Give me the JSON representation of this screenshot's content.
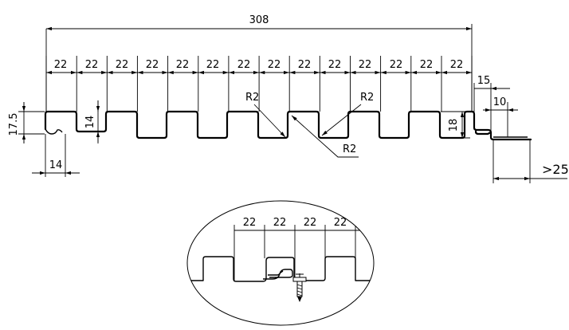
{
  "drawing": {
    "overall_width": "308",
    "pitch_labels": [
      "22",
      "22",
      "22",
      "22",
      "22",
      "22",
      "22",
      "22",
      "22",
      "22",
      "22",
      "22",
      "22",
      "22"
    ],
    "height_left": "17.5",
    "rib_depth": "14",
    "left_offset": "14",
    "radius_a": "R2",
    "radius_b": "R2",
    "radius_c": "R2",
    "lock_offset": "15",
    "lock_width": "10",
    "profile_height": "18",
    "overlap": ">25"
  },
  "detail": {
    "pitch_labels": [
      "22",
      "22",
      "22",
      "22"
    ]
  }
}
